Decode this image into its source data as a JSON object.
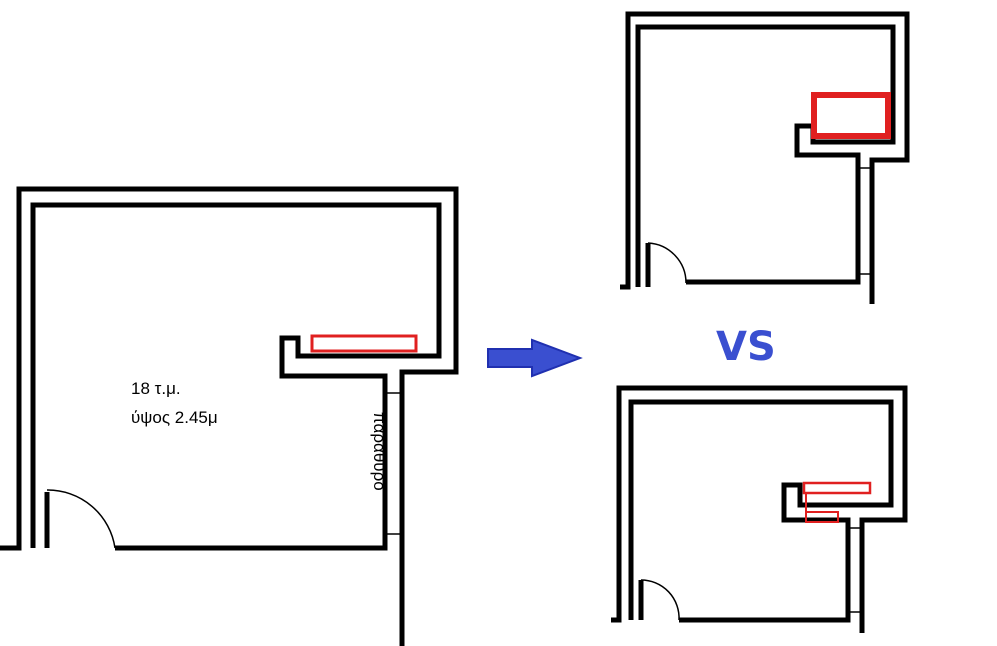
{
  "labels": {
    "area": "18 τ.μ.",
    "height": "ύψος 2.45μ",
    "window": "παράθυρο",
    "versus": "VS"
  },
  "colors": {
    "wall": "#000000",
    "heater": "#e02020",
    "arrow_fill": "#3a4fd0",
    "arrow_stroke": "#2030b0",
    "vs_text": "#3a4fd0"
  }
}
